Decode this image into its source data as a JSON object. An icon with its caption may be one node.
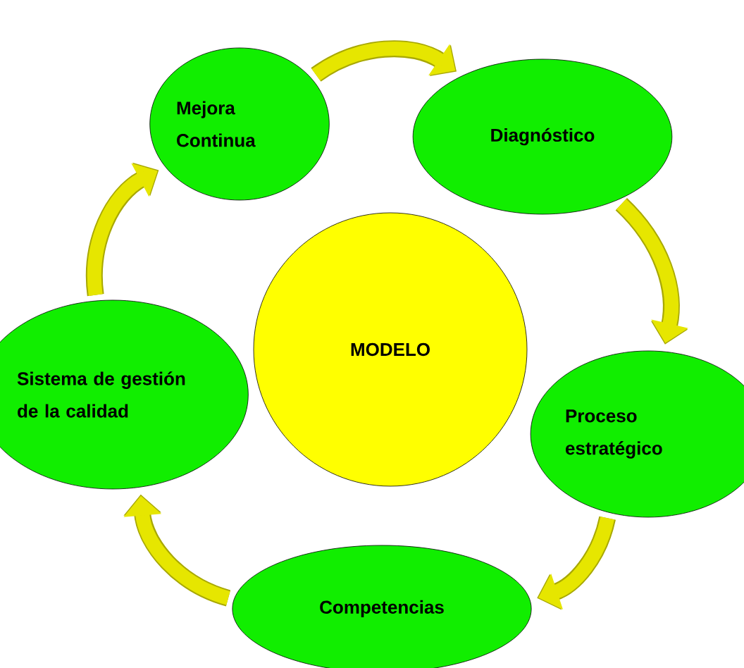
{
  "diagram": {
    "nodes": [
      {
        "text": [
          "MODELO"
        ]
      },
      {
        "text": [
          "Mejora Continua"
        ]
      },
      {
        "text": [
          "Diagnóstico"
        ]
      },
      {
        "text": [
          "Proceso estratégico"
        ]
      },
      {
        "text": [
          "Competencias"
        ]
      },
      {
        "text": [
          "Sistema de gestión de la calidad"
        ]
      }
    ],
    "edges": [
      {
        "from": 1,
        "to": 2,
        "arrow": "to"
      },
      {
        "from": 2,
        "to": 3,
        "arrow": "to"
      },
      {
        "from": 3,
        "to": 4,
        "arrow": "to"
      },
      {
        "from": 4,
        "to": 5,
        "arrow": "to"
      },
      {
        "from": 5,
        "to": 1,
        "arrow": "to"
      }
    ]
  }
}
